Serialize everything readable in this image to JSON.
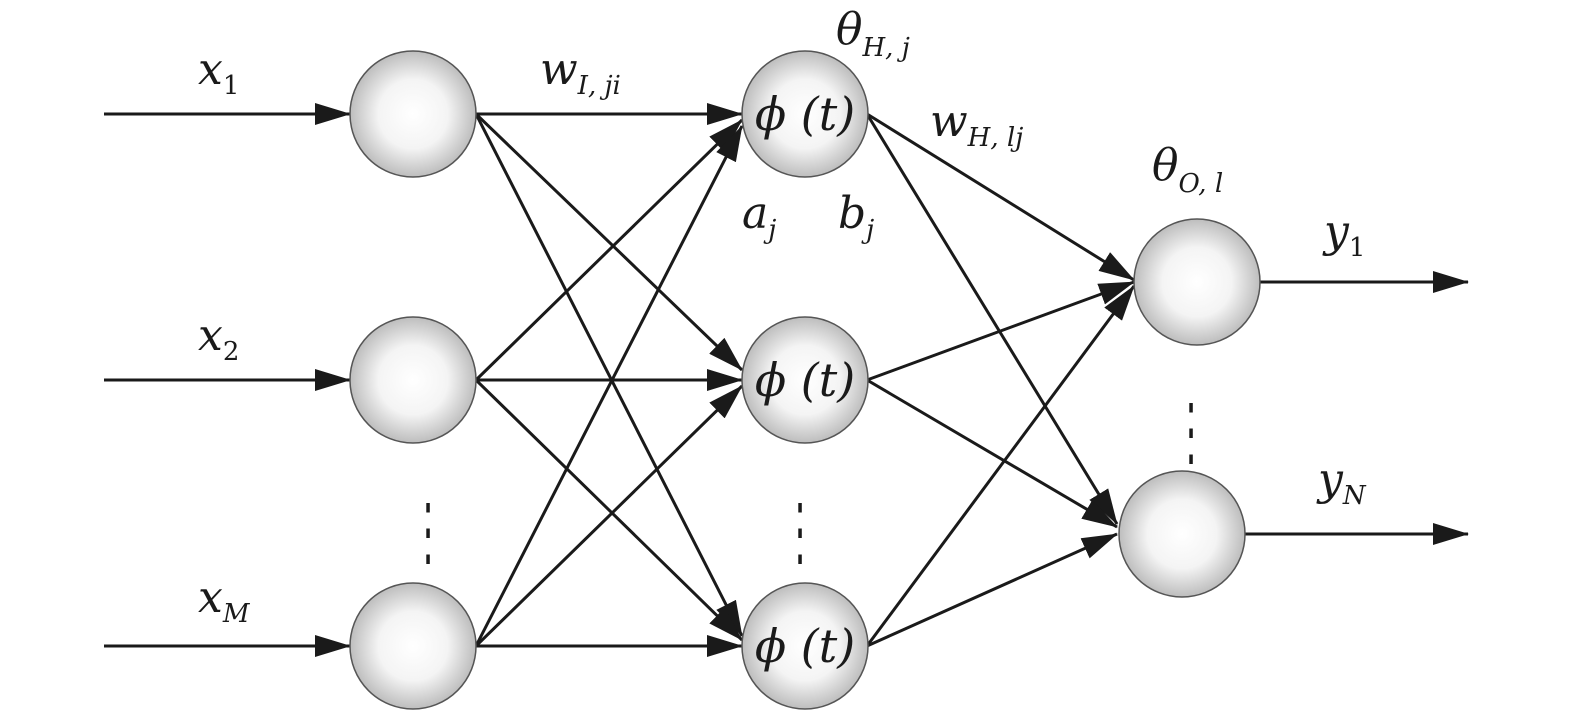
{
  "input_labels": [
    {
      "main": "x",
      "sub": "1"
    },
    {
      "main": "x",
      "sub": "2"
    },
    {
      "main": "x",
      "sub": "M"
    }
  ],
  "output_labels": [
    {
      "main": "y",
      "sub": "1"
    },
    {
      "main": "y",
      "sub": "N"
    }
  ],
  "hidden_node_text": "ϕ (t)",
  "weight_labels": {
    "input_hidden": {
      "main": "w",
      "sub": "I, ji"
    },
    "hidden_output": {
      "main": "w",
      "sub": "H, lj"
    }
  },
  "threshold_labels": {
    "hidden": {
      "main": "θ",
      "sub": "H, j"
    },
    "output": {
      "main": "θ",
      "sub": "O, l"
    }
  },
  "hidden_params": {
    "a": {
      "main": "a",
      "sub": "j"
    },
    "b": {
      "main": "b",
      "sub": "j"
    }
  },
  "ellipsis": "⋮",
  "colors": {
    "line": "#1a1a1a",
    "node_center": "#ffffff",
    "node_edge": "#c4c4c4",
    "node_stroke": "#555555"
  }
}
